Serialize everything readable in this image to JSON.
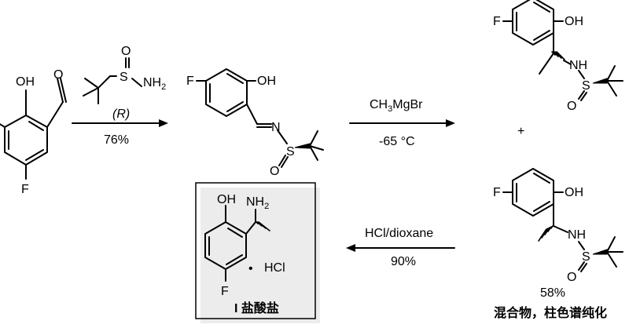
{
  "step1": {
    "start_labels": {
      "oh": "OH",
      "f": "F"
    },
    "reagent_labels": {
      "o": "O",
      "s": "S",
      "nh2": "NH",
      "nh2_sub": "2",
      "config": "(R)"
    },
    "yield": "76%"
  },
  "imine": {
    "f": "F",
    "oh": "OH",
    "n": "N",
    "s": "S",
    "o": "O"
  },
  "step2": {
    "reagent": "CH",
    "reagent_sub": "3",
    "reagent_rest": "MgBr",
    "temperature": "-65 °C"
  },
  "product_top": {
    "f": "F",
    "oh": "OH",
    "nh": "NH",
    "s": "S",
    "o": "O"
  },
  "plus": "+",
  "product_bottom": {
    "f": "F",
    "oh": "OH",
    "nh": "NH",
    "s": "S",
    "o": "O",
    "yield": "58%",
    "note": "混合物，柱色谱纯化"
  },
  "step3": {
    "reagent": "HCl/dioxane",
    "yield": "90%"
  },
  "final": {
    "oh": "OH",
    "nh2": "NH",
    "nh2_sub": "2",
    "f": "F",
    "dot": "•",
    "salt": "HCl",
    "label": "I 盐酸盐"
  }
}
